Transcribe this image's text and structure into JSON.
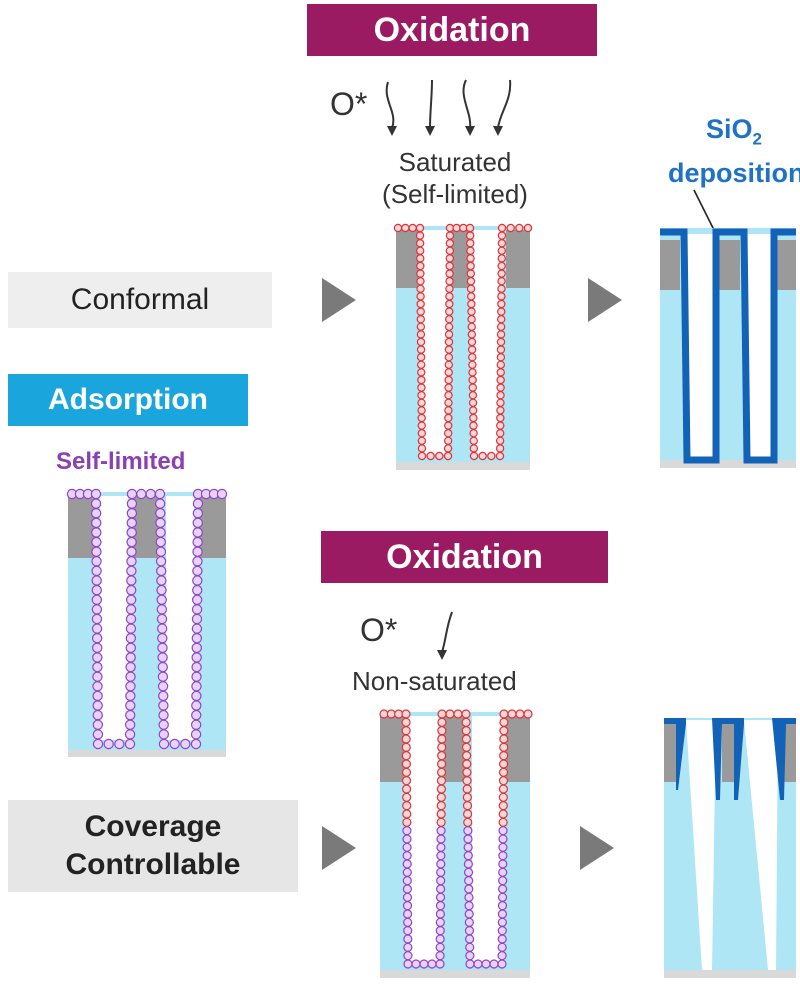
{
  "top": {
    "oxidation_label": "Oxidation",
    "o_star": "O*",
    "saturated_line1": "Saturated",
    "saturated_line2": "(Self-limited)",
    "sio2_main": "SiO",
    "sio2_sub": "2",
    "deposition": "deposition"
  },
  "left": {
    "conformal": "Conformal",
    "adsorption": "Adsorption",
    "self_limited": "Self-limited"
  },
  "bottom": {
    "oxidation_label": "Oxidation",
    "o_star": "O*",
    "non_saturated": "Non-saturated",
    "coverage_line1": "Coverage",
    "coverage_line2": "Controllable"
  },
  "colors": {
    "oxidation_banner": "#9b1b63",
    "adsorption_banner": "#1aa6dc",
    "sio2_text": "#1f72c4",
    "dielectric_fill": "#aee6f6",
    "mask_fill": "#9a9a9a",
    "substrate": "#d9d9d9",
    "precursor": "#9a55c8",
    "oxide_ball": "#e0383e",
    "sio2_film": "#1262b8",
    "label_bg": "#eeeeee",
    "arrow": "#7a7a7a"
  }
}
